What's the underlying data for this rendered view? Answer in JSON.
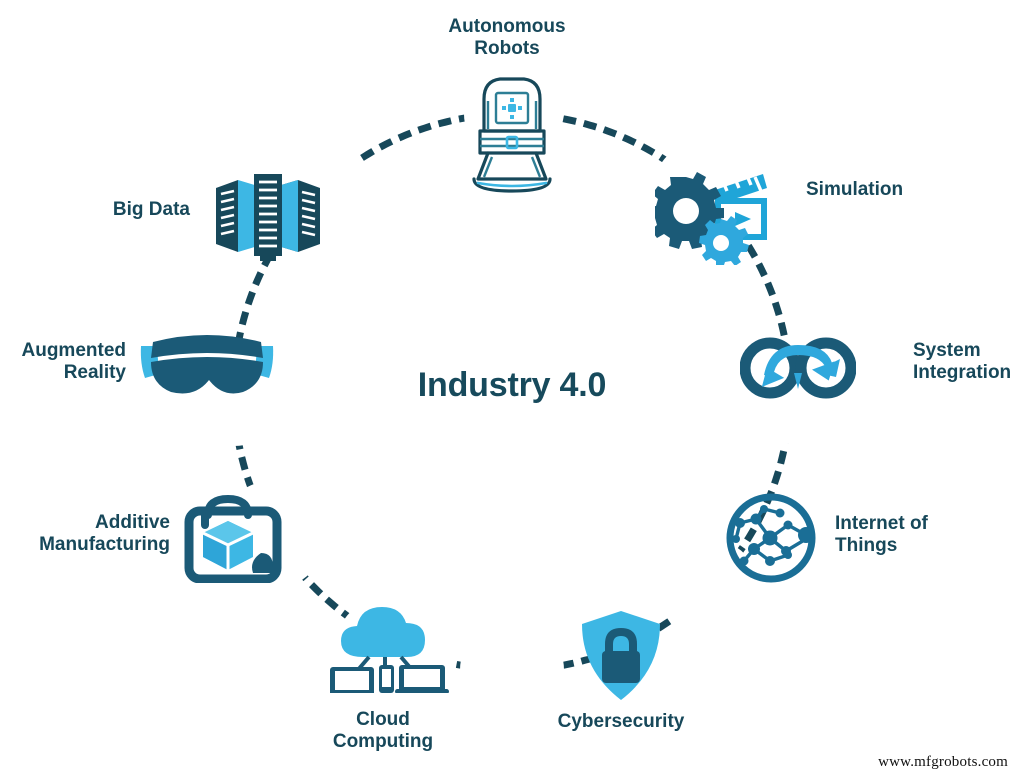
{
  "diagram": {
    "center_title": "Industry 4.0",
    "watermark": "www.mfgrobots.com",
    "colors": {
      "dark_teal": "#17485a",
      "deep_blue": "#1b5a77",
      "mid_blue": "#1a6e96",
      "light_blue": "#3db7e4",
      "sky_blue": "#46b6e6",
      "background": "#ffffff",
      "dot_path": "#17485a"
    },
    "nodes": [
      {
        "id": "autonomous-robots",
        "label": "Autonomous\nRobots",
        "icon": "autonomous-robot-icon",
        "angle_deg": 90,
        "label_position": "top"
      },
      {
        "id": "simulation",
        "label": "Simulation",
        "icon": "gears-clapperboard-icon",
        "angle_deg": 45,
        "label_position": "right"
      },
      {
        "id": "system-integration",
        "label": "System\nIntegration",
        "icon": "linked-rings-arrows-icon",
        "angle_deg": 0,
        "label_position": "right"
      },
      {
        "id": "internet-of-things",
        "label": "Internet of\nThings",
        "icon": "network-nodes-circle-icon",
        "angle_deg": -45,
        "label_position": "right"
      },
      {
        "id": "cybersecurity",
        "label": "Cybersecurity",
        "icon": "shield-padlock-icon",
        "angle_deg": -90,
        "label_position": "bottom"
      },
      {
        "id": "cloud-computing",
        "label": "Cloud\nComputing",
        "icon": "cloud-devices-icon",
        "angle_deg": -115,
        "label_position": "bottom"
      },
      {
        "id": "additive-manufacturing",
        "label": "Additive\nManufacturing",
        "icon": "3d-printer-cube-icon",
        "angle_deg": -150,
        "label_position": "left"
      },
      {
        "id": "augmented-reality",
        "label": "Augmented\nReality",
        "icon": "ar-headset-icon",
        "angle_deg": 180,
        "label_position": "left"
      },
      {
        "id": "big-data",
        "label": "Big Data",
        "icon": "server-racks-icon",
        "angle_deg": 135,
        "label_position": "left"
      }
    ]
  }
}
